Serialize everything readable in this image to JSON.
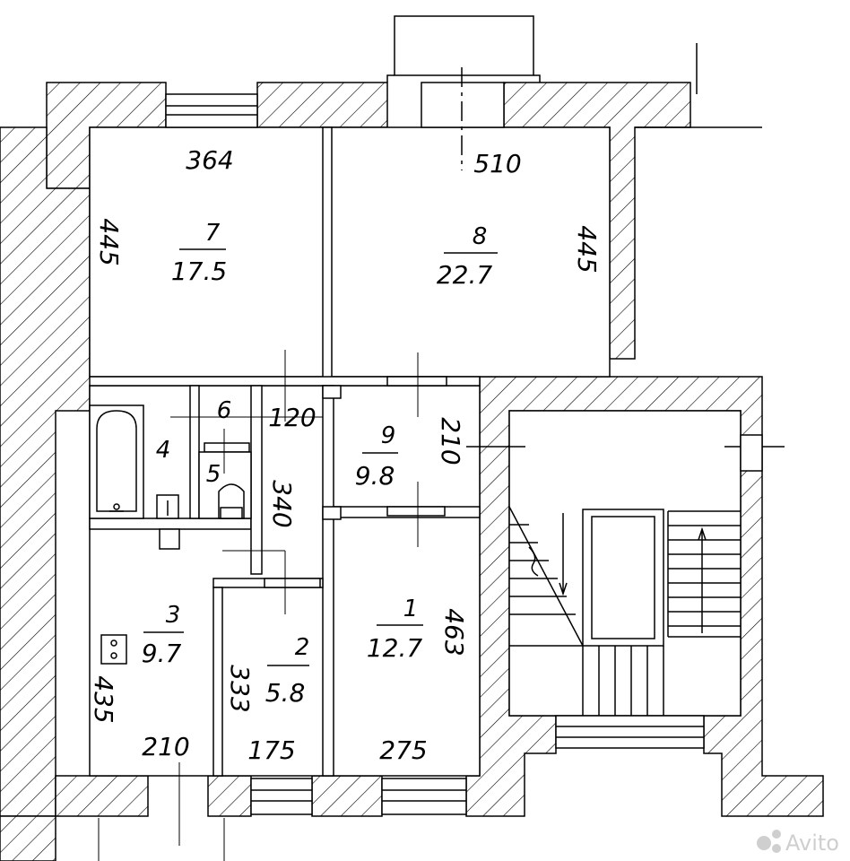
{
  "rooms": [
    {
      "id": "7",
      "number": "7",
      "area": "17.5"
    },
    {
      "id": "8",
      "number": "8",
      "area": "22.7"
    },
    {
      "id": "9",
      "number": "9",
      "area": "9.8"
    },
    {
      "id": "1",
      "number": "1",
      "area": "12.7"
    },
    {
      "id": "2",
      "number": "2",
      "area": "5.8"
    },
    {
      "id": "3",
      "number": "3",
      "area": "9.7"
    },
    {
      "id": "4",
      "number": "4"
    },
    {
      "id": "5",
      "number": "5"
    },
    {
      "id": "6",
      "number": "6"
    }
  ],
  "dimensions": {
    "room7_width": "364",
    "room7_depth": "445",
    "room8_width": "510",
    "room8_depth": "445",
    "wc_width": "120",
    "corridor_length": "340",
    "room9_depth": "210",
    "room1_depth": "463",
    "room3_depth": "435",
    "room2_depth": "333",
    "room3_width": "210",
    "room2_width": "175",
    "room1_width": "275"
  },
  "watermark": "Avito",
  "colors": {
    "line": "#000000",
    "background": "#ffffff",
    "watermark": "#cfcfcf"
  }
}
